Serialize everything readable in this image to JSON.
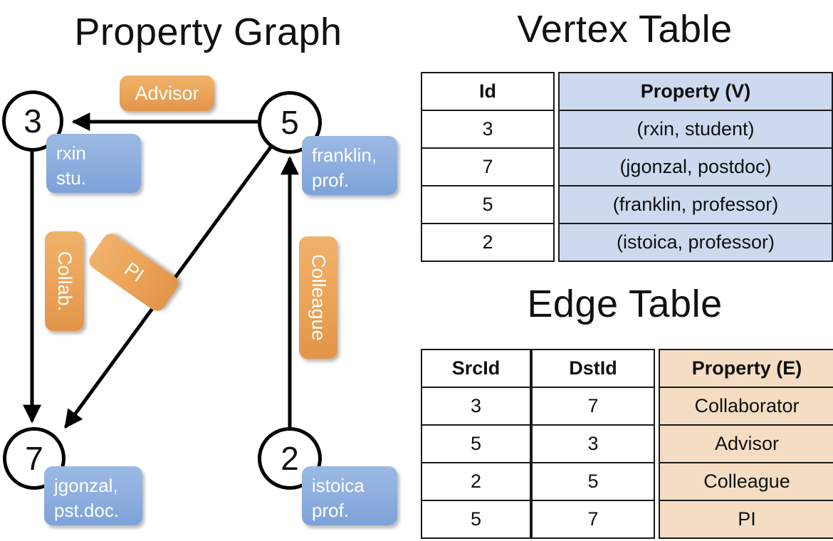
{
  "titles": {
    "property_graph": "Property Graph",
    "vertex_table": "Vertex Table",
    "edge_table": "Edge Table"
  },
  "graph": {
    "nodes": [
      {
        "id": "3",
        "label_line1": "rxin",
        "label_line2": "stu."
      },
      {
        "id": "5",
        "label_line1": "franklin,",
        "label_line2": "prof."
      },
      {
        "id": "7",
        "label_line1": "jgonzal,",
        "label_line2": "pst.doc."
      },
      {
        "id": "2",
        "label_line1": "istoica",
        "label_line2": "prof."
      }
    ],
    "edge_labels": [
      {
        "name": "advisor-label",
        "text": "Advisor"
      },
      {
        "name": "collab-label",
        "text": "Collab."
      },
      {
        "name": "pi-label",
        "text": "PI"
      },
      {
        "name": "colleague-label",
        "text": "Colleague"
      }
    ]
  },
  "vertex_table": {
    "headers": [
      "Id",
      "Property (V)"
    ],
    "rows": [
      {
        "id": "3",
        "property": "(rxin, student)"
      },
      {
        "id": "7",
        "property": "(jgonzal, postdoc)"
      },
      {
        "id": "5",
        "property": "(franklin, professor)"
      },
      {
        "id": "2",
        "property": "(istoica, professor)"
      }
    ]
  },
  "edge_table": {
    "headers": [
      "SrcId",
      "DstId",
      "Property (E)"
    ],
    "rows": [
      {
        "src": "3",
        "dst": "7",
        "property": "Collaborator"
      },
      {
        "src": "5",
        "dst": "3",
        "property": "Advisor"
      },
      {
        "src": "2",
        "dst": "5",
        "property": "Colleague"
      },
      {
        "src": "5",
        "dst": "7",
        "property": "PI"
      }
    ]
  },
  "colors": {
    "vertex_property_fill": "#ccd9ee",
    "edge_property_fill": "#f4ddc3",
    "node_box_blue": "#8fb0e0",
    "edge_label_orange": "#eca65a",
    "stroke": "#000000"
  }
}
